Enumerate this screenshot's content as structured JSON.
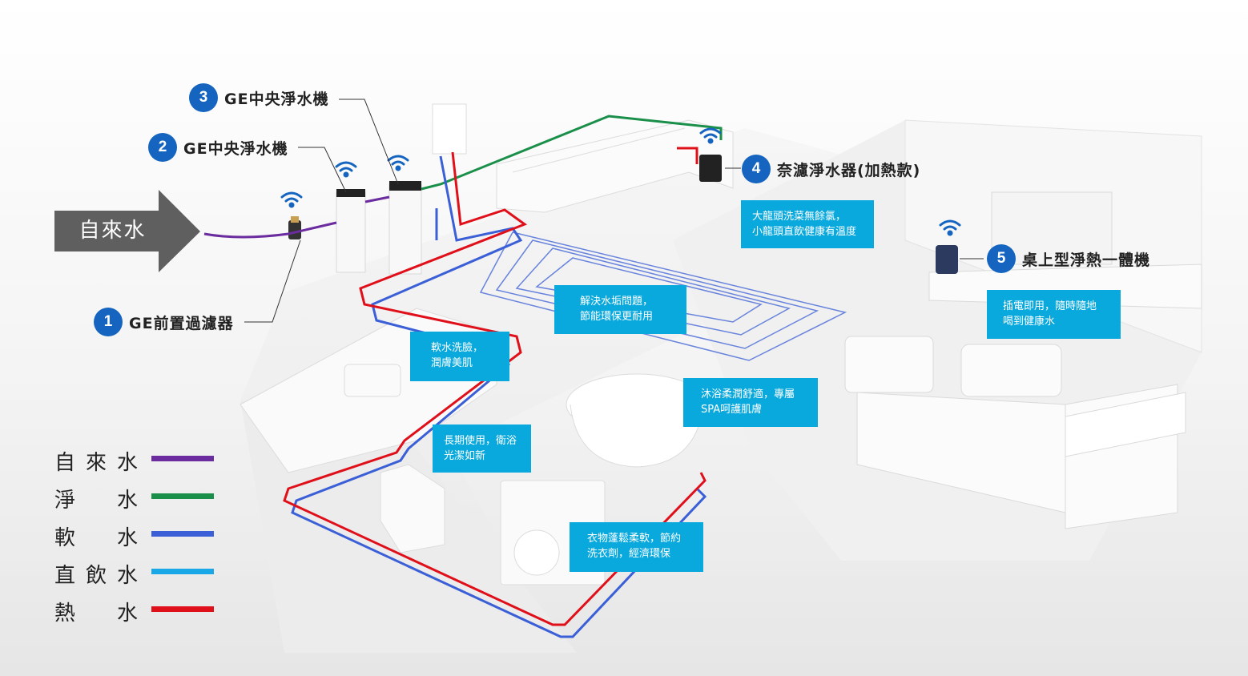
{
  "inlet_label": "自來水",
  "callouts": [
    {
      "num": "1",
      "label": "GE前置過濾器"
    },
    {
      "num": "2",
      "label": "GE中央淨水機"
    },
    {
      "num": "3",
      "label": "GE中央淨水機"
    },
    {
      "num": "4",
      "label": "奈濾淨水器(加熱款)"
    },
    {
      "num": "5",
      "label": "桌上型淨熱一體機"
    }
  ],
  "info_boxes": [
    {
      "lines": [
        "大龍頭洗菜無餘氯，",
        "小龍頭直飲健康有溫度"
      ]
    },
    {
      "lines": [
        "解決水垢問題，",
        "節能環保更耐用"
      ]
    },
    {
      "lines": [
        "插電即用，隨時隨地",
        "喝到健康水"
      ]
    },
    {
      "lines": [
        "軟水洗臉，",
        "潤膚美肌"
      ]
    },
    {
      "lines": [
        "沐浴柔潤舒適，專屬",
        "SPA呵護肌膚"
      ]
    },
    {
      "lines": [
        "長期使用，衛浴",
        "光潔如新"
      ]
    },
    {
      "lines": [
        "衣物蓬鬆柔軟，節約",
        "洗衣劑，經濟環保"
      ]
    }
  ],
  "legend": [
    {
      "char1": "自",
      "char2": "來",
      "char3": "水",
      "color": "#6a2c9e"
    },
    {
      "char1": "淨",
      "char2": "",
      "char3": "水",
      "color": "#1a8f4a"
    },
    {
      "char1": "軟",
      "char2": "",
      "char3": "水",
      "color": "#3a5fd6"
    },
    {
      "char1": "直",
      "char2": "飲",
      "char3": "水",
      "color": "#18a8e8"
    },
    {
      "char1": "熱",
      "char2": "",
      "char3": "水",
      "color": "#e0101a"
    }
  ],
  "colors": {
    "tap": "#6a2c9e",
    "purified": "#1a8f4a",
    "soft": "#3a5fd6",
    "drinking": "#18a8e8",
    "hot": "#e0101a",
    "callout_badge": "#1565c0",
    "info_box": "#0aa9dd",
    "inlet_arrow": "#5f5f5f"
  }
}
